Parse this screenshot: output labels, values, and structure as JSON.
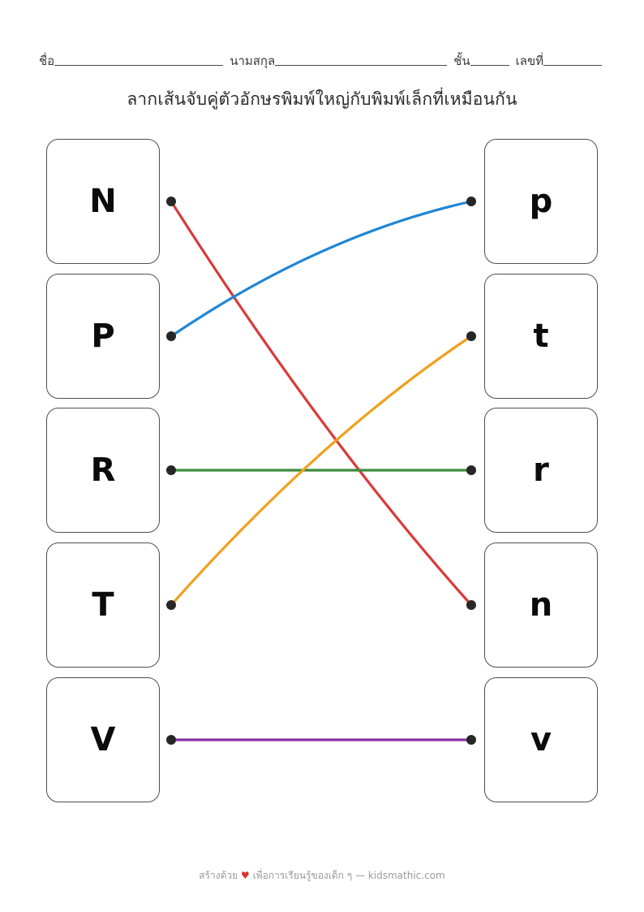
{
  "header": {
    "name_label": "ชื่อ",
    "surname_label": "นามสกุล",
    "class_label": "ชั้น",
    "number_label": "เลขที่"
  },
  "title": "ลากเส้นจับคู่ตัวอักษรพิมพ์ใหญ่กับพิมพ์เล็กที่เหมือนกัน",
  "left_column": [
    {
      "letter": "N"
    },
    {
      "letter": "P"
    },
    {
      "letter": "R"
    },
    {
      "letter": "T"
    },
    {
      "letter": "V"
    }
  ],
  "right_column": [
    {
      "letter": "p"
    },
    {
      "letter": "t"
    },
    {
      "letter": "r"
    },
    {
      "letter": "n"
    },
    {
      "letter": "v"
    }
  ],
  "connections": [
    {
      "from": "N",
      "to": "n",
      "color": "#d93a3a"
    },
    {
      "from": "P",
      "to": "p",
      "color": "#1f86d6"
    },
    {
      "from": "R",
      "to": "r",
      "color": "#3d8b3d"
    },
    {
      "from": "T",
      "to": "t",
      "color": "#f0a020"
    },
    {
      "from": "V",
      "to": "v",
      "color": "#8b2fa8"
    }
  ],
  "endpoint_dot_color": "#262626",
  "footer": {
    "text_before": "สร้างด้วย",
    "heart": "♥",
    "text_after": "เพื่อการเรียนรู้ของเด็ก ๆ — kidsmathic.com"
  }
}
